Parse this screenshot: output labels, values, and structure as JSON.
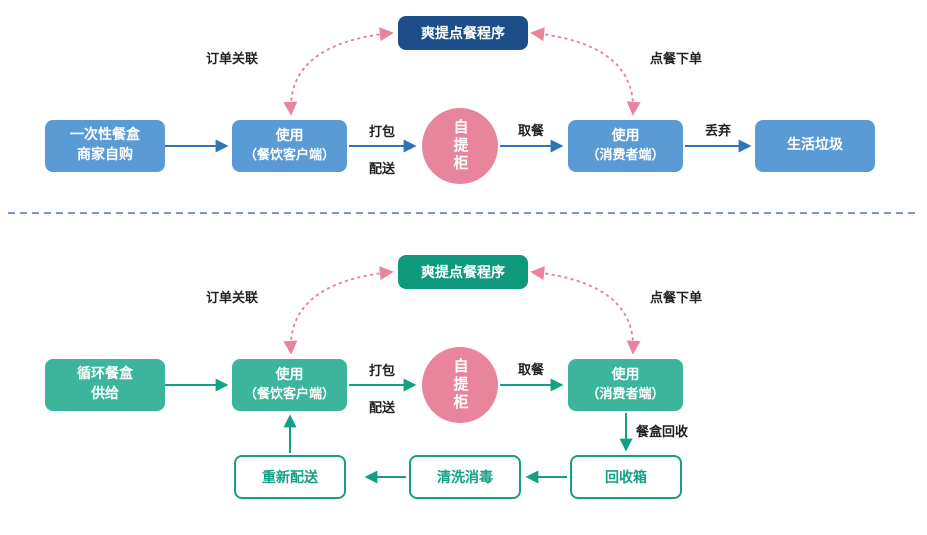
{
  "colors": {
    "top_program_bg": "#1d4e89",
    "top_box_bg": "#5b9bd5",
    "top_arrow": "#2e75b6",
    "bottom_program_bg": "#0f9a7e",
    "bottom_box_bg": "#3cb59c",
    "bottom_arrow": "#14a085",
    "cabinet_bg": "#e8849b",
    "dotted_arrow": "#e8849b",
    "divider": "#5470cc",
    "label_text": "#222222"
  },
  "top_flow": {
    "program_label": "爽提点餐程序",
    "order_link_label": "订单关联",
    "order_place_label": "点餐下单",
    "source_line1": "一次性餐盒",
    "source_line2": "商家自购",
    "merchant_line1": "使用",
    "merchant_line2": "（餐饮客户端）",
    "pack_label_line1": "打包",
    "pack_label_line2": "配送",
    "cabinet_label": "自提柜",
    "pickup_label": "取餐",
    "consumer_line1": "使用",
    "consumer_line2": "（消费者端）",
    "discard_label": "丢弃",
    "trash_label": "生活垃圾"
  },
  "bottom_flow": {
    "program_label": "爽提点餐程序",
    "order_link_label": "订单关联",
    "order_place_label": "点餐下单",
    "source_line1": "循环餐盒",
    "source_line2": "供给",
    "merchant_line1": "使用",
    "merchant_line2": "（餐饮客户端）",
    "pack_label_line1": "打包",
    "pack_label_line2": "配送",
    "cabinet_label": "自提柜",
    "pickup_label": "取餐",
    "consumer_line1": "使用",
    "consumer_line2": "（消费者端）",
    "recycle_label": "餐盒回收",
    "bin_label": "回收箱",
    "clean_label": "清洗消毒",
    "redeliver_label": "重新配送"
  }
}
